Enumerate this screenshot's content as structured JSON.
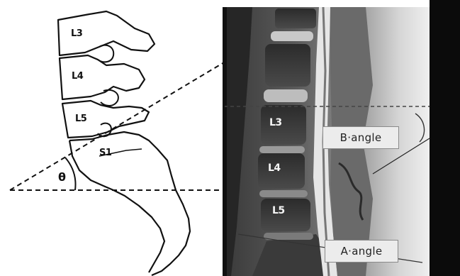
{
  "sketch": {
    "vertebrae": [
      {
        "id": "l3",
        "label": "L3"
      },
      {
        "id": "l4",
        "label": "L4"
      },
      {
        "id": "l5",
        "label": "L5"
      },
      {
        "id": "s1",
        "label": "S1"
      }
    ],
    "angle_symbol": "θ"
  },
  "mri": {
    "vertebrae": [
      {
        "id": "l3",
        "label": "L3"
      },
      {
        "id": "l4",
        "label": "L4"
      },
      {
        "id": "l5",
        "label": "L5"
      }
    ],
    "callouts": {
      "b_angle": "B·angle",
      "a_angle": "A·angle"
    }
  },
  "colors": {
    "ink": "#111111",
    "mri_dark": "#1a1a1a",
    "mri_mid": "#6e6e6e",
    "mri_light": "#d8d8d8",
    "tag_fill": "#ececec"
  }
}
